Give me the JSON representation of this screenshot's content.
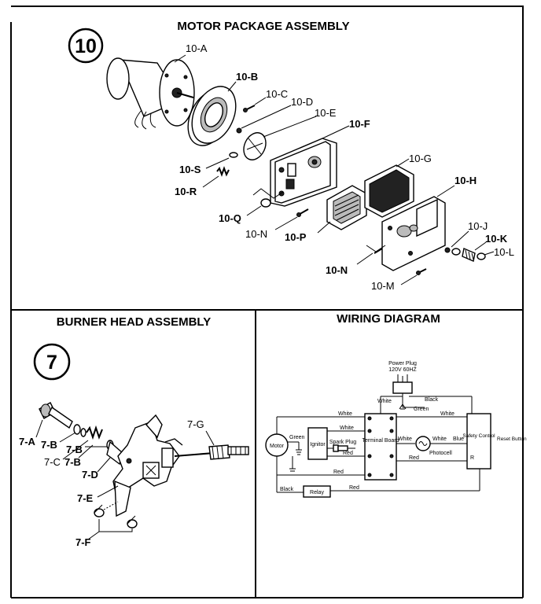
{
  "motor_section": {
    "title": "MOTOR PACKAGE ASSEMBLY",
    "number": "10",
    "labels": {
      "a": "10-A",
      "b": "10-B",
      "c": "10-C",
      "d": "10-D",
      "e": "10-E",
      "f": "10-F",
      "g": "10-G",
      "h": "10-H",
      "j": "10-J",
      "k": "10-K",
      "l": "10-L",
      "m": "10-M",
      "n1": "10-N",
      "n2": "10-N",
      "p": "10-P",
      "q": "10-Q",
      "r": "10-R",
      "s": "10-S"
    }
  },
  "burner_section": {
    "title": "BURNER HEAD ASSEMBLY",
    "number": "7",
    "labels": {
      "a": "7-A",
      "b1": "7-B",
      "c": "7-C",
      "b2": "7-B",
      "b3": "7-B",
      "d": "7-D",
      "e": "7-E",
      "f": "7-F",
      "g": "7-G"
    }
  },
  "wiring_section": {
    "title": "WIRING DIAGRAM",
    "components": {
      "motor": "Motor",
      "ignitor": "Ignitor",
      "spark_plug": "Spark Plug",
      "terminal_board": "Terminal Board",
      "photocell": "Photocell",
      "safety_control": "Safety Control",
      "relay": "Relay",
      "power_plug": "Power Plug",
      "power_spec": "120V 60HZ",
      "reset_button": "Reset Button",
      "r_terminal": "R"
    },
    "wires": {
      "white_top": "White",
      "white_main": "White",
      "white_mid1": "White",
      "white_mid2": "White",
      "white_right": "White",
      "white_photo": "White",
      "black_top": "Black",
      "black_relay": "Black",
      "blue_photo": "Blue",
      "green_motor": "Green",
      "green_plug": "Green",
      "red1": "Red",
      "red2": "Red",
      "red3": "Red",
      "red4": "Red"
    }
  }
}
